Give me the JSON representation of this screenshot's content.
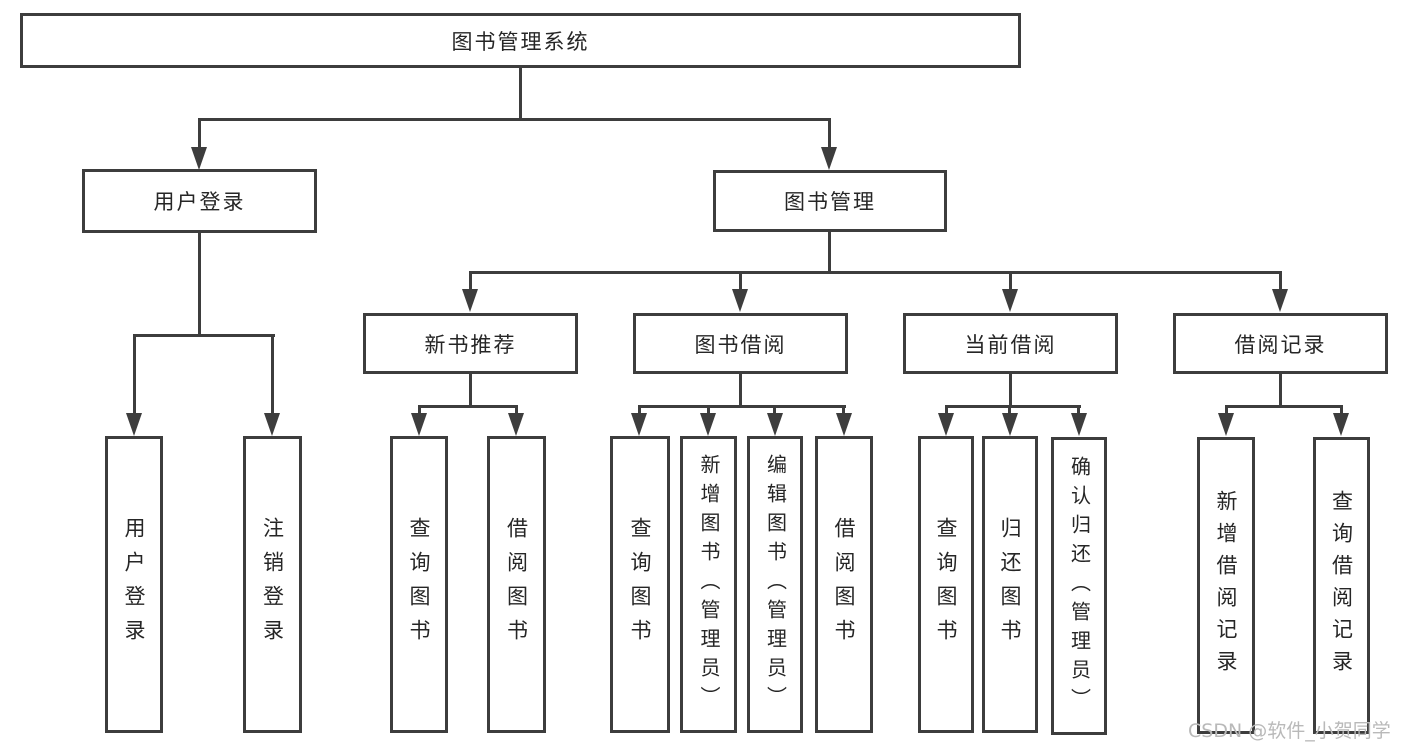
{
  "title": {
    "label": "图书管理系统"
  },
  "branches": [
    {
      "label": "用户登录",
      "leaves": [
        "用户登录",
        "注销登录"
      ]
    },
    {
      "label": "图书管理",
      "groups": [
        {
          "label": "新书推荐",
          "leaves": [
            "查询图书",
            "借阅图书"
          ]
        },
        {
          "label": "图书借阅",
          "leaves": [
            "查询图书",
            "新增图书（管理员）",
            "编辑图书（管理员）",
            "借阅图书"
          ]
        },
        {
          "label": "当前借阅",
          "leaves": [
            "查询图书",
            "归还图书",
            "确认归还（管理员）"
          ]
        },
        {
          "label": "借阅记录",
          "leaves": [
            "新增借阅记录",
            "查询借阅记录"
          ]
        }
      ]
    }
  ],
  "watermark": {
    "label": "CSDN @软件_小贺同学"
  },
  "colors": {
    "line": "#3d3d3d",
    "text": "#262626",
    "box_background": "#ffffff",
    "watermark_text": "#b9b9b9"
  }
}
